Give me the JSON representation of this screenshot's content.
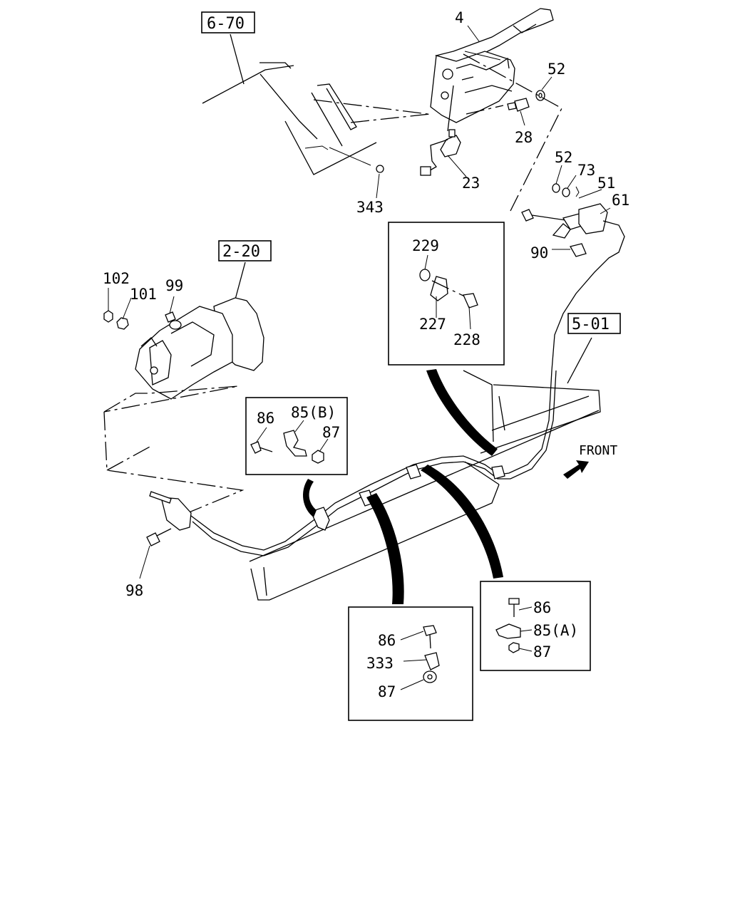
{
  "diagram": {
    "reference_boxes": [
      "6-70",
      "2-20",
      "5-01"
    ],
    "front_label": "FRONT",
    "part_labels": {
      "p4": "4",
      "p52a": "52",
      "p28": "28",
      "p23": "23",
      "p343": "343",
      "p52b": "52",
      "p73": "73",
      "p51": "51",
      "p61": "61",
      "p90": "90",
      "p229": "229",
      "p227": "227",
      "p228": "228",
      "p102": "102",
      "p101": "101",
      "p99": "99",
      "p86b": "86",
      "p85b": "85(B)",
      "p87b": "87",
      "p98": "98",
      "p86c": "86",
      "p333": "333",
      "p87c": "87",
      "p86a": "86",
      "p85a": "85(A)",
      "p87a": "87"
    }
  }
}
